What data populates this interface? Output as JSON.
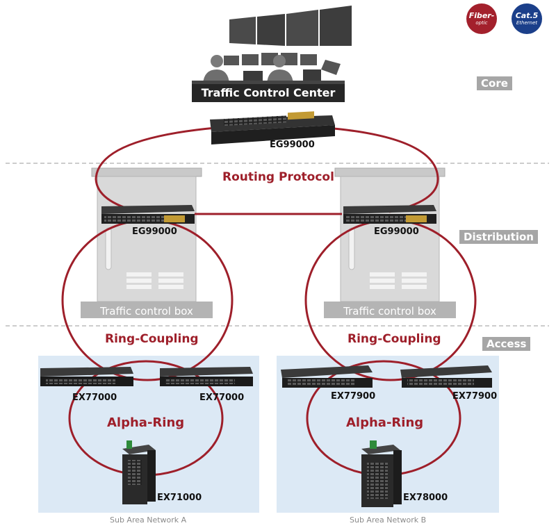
{
  "badges": {
    "fiber": {
      "line1": "Fiber-",
      "line2": "optic",
      "color": "#a3202c"
    },
    "cat5": {
      "line1": "Cat.5",
      "line2": "Ethernet",
      "color": "#1b3f8a"
    }
  },
  "tiers": {
    "core": "Core",
    "distribution": "Distribution",
    "access": "Access"
  },
  "core": {
    "center_label": "Traffic Control Center",
    "switch_model": "EG99000"
  },
  "routing_protocol": "Routing Protocol",
  "distribution": {
    "left": {
      "model": "EG99000",
      "box_label": "Traffic control box"
    },
    "right": {
      "model": "EG99000",
      "box_label": "Traffic control box"
    }
  },
  "ring_coupling": {
    "left": "Ring-Coupling",
    "right": "Ring-Coupling"
  },
  "subnet_a": {
    "caption": "Sub Area Network A",
    "ring_label": "Alpha-Ring",
    "left_switch": "EX77000",
    "right_switch": "EX77000",
    "bottom_switch": "EX71000"
  },
  "subnet_b": {
    "caption": "Sub Area Network B",
    "ring_label": "Alpha-Ring",
    "left_switch": "EX77900",
    "right_switch": "EX77900",
    "bottom_switch": "EX78000"
  },
  "colors": {
    "ring": "#9e1f2a",
    "tier_badge": "#a6a6a6",
    "subnet_bg": "#dce9f5",
    "cabinet": "#d7d7d7"
  }
}
